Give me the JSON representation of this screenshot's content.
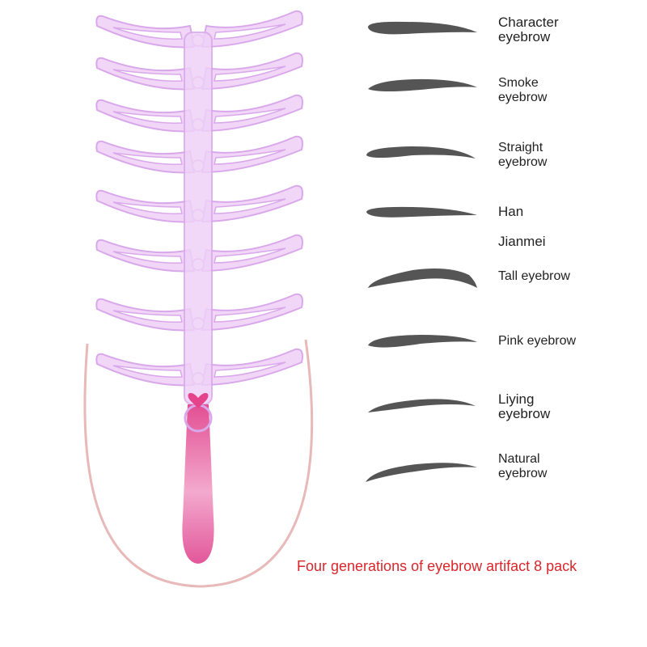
{
  "styles": [
    {
      "line1": "Character",
      "line2": "eyebrow"
    },
    {
      "line1": "Smoke",
      "line2": "eyebrow"
    },
    {
      "line1": "Straight",
      "line2": "eyebrow"
    },
    {
      "line1": "Han",
      "line2": ""
    },
    {
      "line1": "Jianmei",
      "line2": ""
    },
    {
      "line1": "Tall eyebrow",
      "line2": ""
    },
    {
      "line1": "Pink eyebrow",
      "line2": ""
    },
    {
      "line1": "Liying",
      "line2": "eyebrow"
    },
    {
      "line1": "Natural",
      "line2": "eyebrow"
    }
  ],
  "caption": "Four generations of eyebrow artifact 8 pack",
  "colors": {
    "stencil": "#e4b6f0",
    "brow": "#555555",
    "caption": "#d9262b",
    "handle": "#e2579a"
  }
}
